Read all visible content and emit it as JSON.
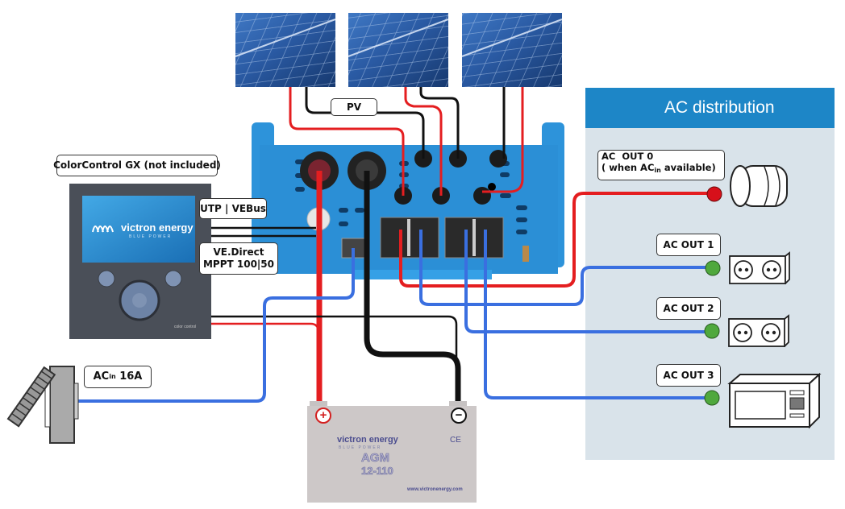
{
  "diagram": {
    "title": "Victron EasySolar system wiring diagram",
    "colors": {
      "dc_positive": "#e41e20",
      "dc_negative": "#111111",
      "ac_wire": "#3a6fe0",
      "ac_out0_terminal": "#d7101a",
      "ac_out_terminal": "#4fa83d",
      "inverter_body": "#2b8fd6",
      "panel_blue": "#1f4f8f",
      "distribution_bg": "#d9e3ea",
      "distribution_header": "#1d86c7"
    },
    "pv": {
      "label": "PV",
      "panel_count": 3
    },
    "colorcontrol": {
      "label": "ColorControl GX (not included)",
      "screen_brand": "victron energy",
      "screen_tagline": "BLUE POWER",
      "footer": "color control"
    },
    "connections": {
      "utp_label": "UTP | VEBus",
      "vedirect_line1": "VE.Direct",
      "vedirect_line2": "MPPT 100|50"
    },
    "ac_in": {
      "label_main": "AC",
      "label_sub": "in",
      "label_rating": "16A"
    },
    "battery": {
      "brand": "victron energy",
      "tagline": "BLUE POWER",
      "model_line1": "AGM",
      "model_line2": "12-110",
      "website": "www.victronenergy.com",
      "positive_symbol": "+",
      "negative_symbol": "−",
      "cert": "CE"
    },
    "ac_distribution": {
      "title": "AC distribution",
      "outputs": [
        {
          "name": "AC  OUT 0",
          "note_prefix": "( when AC",
          "note_sub": "in",
          "note_suffix": " available)",
          "device": "cable-drum",
          "terminal": "red"
        },
        {
          "name": "AC OUT 1",
          "device": "double-socket",
          "terminal": "green"
        },
        {
          "name": "AC OUT 2",
          "device": "double-socket",
          "terminal": "green"
        },
        {
          "name": "AC OUT 3",
          "device": "microwave",
          "terminal": "green"
        }
      ]
    }
  }
}
